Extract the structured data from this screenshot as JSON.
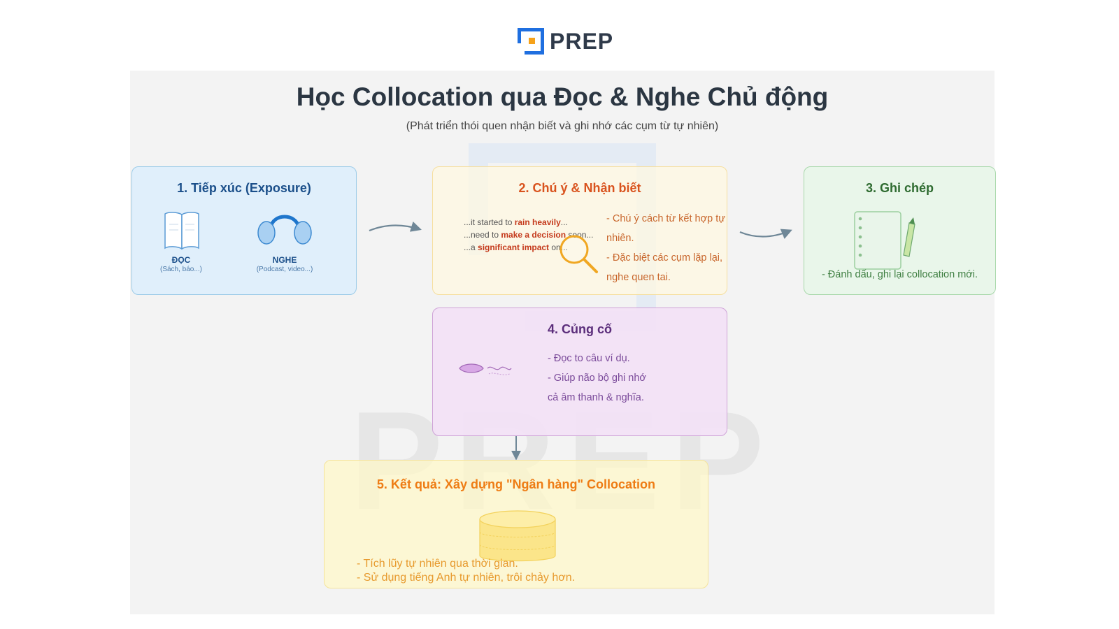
{
  "brand": {
    "name": "PREP",
    "logo_icon": "prep-logo-icon",
    "colors": {
      "logo_blue": "#1f6fe0",
      "logo_orange": "#f6a21a"
    }
  },
  "header": {
    "title": "Học Collocation qua Đọc & Nghe Chủ động",
    "subtitle": "(Phát triển thói quen nhận biết và ghi nhớ các cụm từ tự nhiên)"
  },
  "watermark": {
    "text": "PREP"
  },
  "steps": [
    {
      "title": "1. Tiếp xúc (Exposure)",
      "items": [
        {
          "icon": "open-book-icon",
          "label": "ĐỌC",
          "sub": "(Sách, báo...)"
        },
        {
          "icon": "headphones-icon",
          "label": "NGHE",
          "sub": "(Podcast, video...)"
        }
      ]
    },
    {
      "title": "2. Chú ý & Nhận biết",
      "snippets": [
        {
          "pre": "...it started to ",
          "bold": "rain heavily",
          "post": "..."
        },
        {
          "pre": "...need to ",
          "bold": "make a decision",
          "post": " soon..."
        },
        {
          "pre": "...a ",
          "bold": "significant impact",
          "post": " on..."
        }
      ],
      "icon": "magnifier-icon",
      "notes": [
        "- Chú ý cách từ kết hợp tự nhiên.",
        "- Đặc biệt các cụm lặp lại,",
        "nghe quen tai."
      ]
    },
    {
      "title": "3. Ghi chép",
      "icon": "notebook-pencil-icon",
      "notes": [
        "- Đánh dấu, ghi lại collocation mới."
      ]
    },
    {
      "title": "4. Củng cố",
      "icon": "speaking-lips-icon",
      "notes": [
        "- Đọc to câu ví dụ.",
        "- Giúp não bộ ghi nhớ",
        "cả âm thanh & nghĩa."
      ]
    },
    {
      "title": "5. Kết quả: Xây dựng \"Ngân hàng\" Collocation",
      "icon": "database-icon",
      "notes": [
        "- Tích lũy tự nhiên qua thời gian.",
        "- Sử dụng tiếng Anh tự nhiên, trôi chảy hơn."
      ]
    }
  ]
}
